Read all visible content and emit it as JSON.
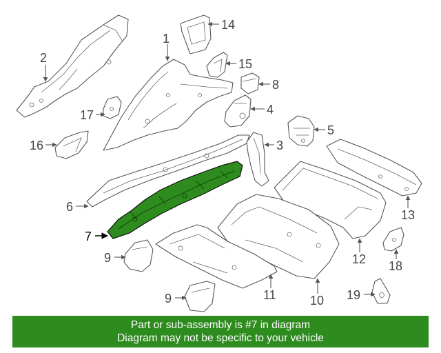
{
  "diagram": {
    "highlight_color": "#2e8b1e",
    "callouts": {
      "c1": "1",
      "c2": "2",
      "c3": "3",
      "c4": "4",
      "c5": "5",
      "c6": "6",
      "c7": "7",
      "c8": "8",
      "c9a": "9",
      "c9b": "9",
      "c10": "10",
      "c11": "11",
      "c12": "12",
      "c13": "13",
      "c14": "14",
      "c15": "15",
      "c16": "16",
      "c17": "17",
      "c18": "18",
      "c19": "19"
    }
  },
  "footer": {
    "line1": "Part or sub-assembly is #7 in diagram",
    "line2": "Diagram may not be specific to your vehicle",
    "background": "#2e8b1e"
  }
}
